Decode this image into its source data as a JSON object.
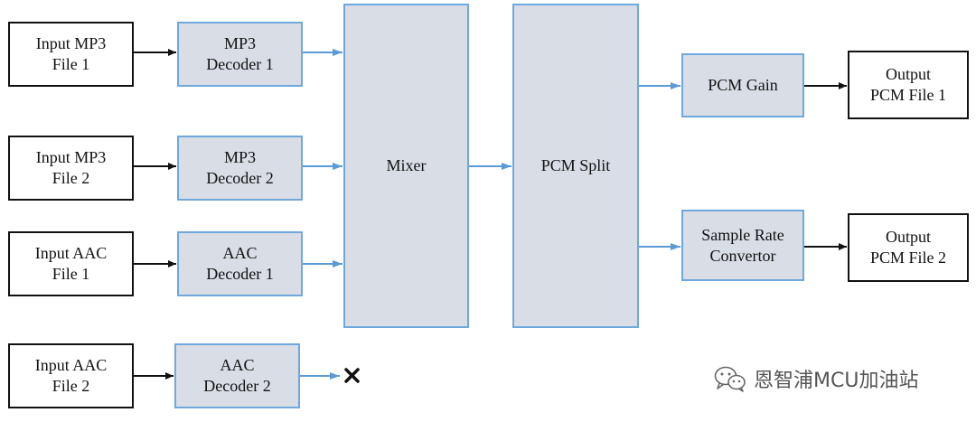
{
  "colors": {
    "proc_fill": "#d9dde6",
    "proc_border": "#6fa8dc",
    "io_border": "#111111",
    "arrow_blue": "#5b9bd5",
    "arrow_black": "#111111"
  },
  "inputs": {
    "mp3_1": "Input MP3\nFile 1",
    "mp3_2": "Input MP3\nFile 2",
    "aac_1": "Input AAC\nFile 1",
    "aac_2": "Input AAC\nFile 2"
  },
  "decoders": {
    "mp3_1": "MP3\nDecoder 1",
    "mp3_2": "MP3\nDecoder 2",
    "aac_1": "AAC\nDecoder 1",
    "aac_2": "AAC\nDecoder 2"
  },
  "mixer": "Mixer",
  "pcm_split": "PCM Split",
  "pcm_gain": "PCM Gain",
  "src": "Sample Rate\nConvertor",
  "outputs": {
    "file_1": "Output\nPCM File 1",
    "file_2": "Output\nPCM File 2"
  },
  "terminator_icon": "x-mark-icon",
  "watermark": {
    "icon": "wechat-icon",
    "text": "恩智浦MCU加油站"
  }
}
